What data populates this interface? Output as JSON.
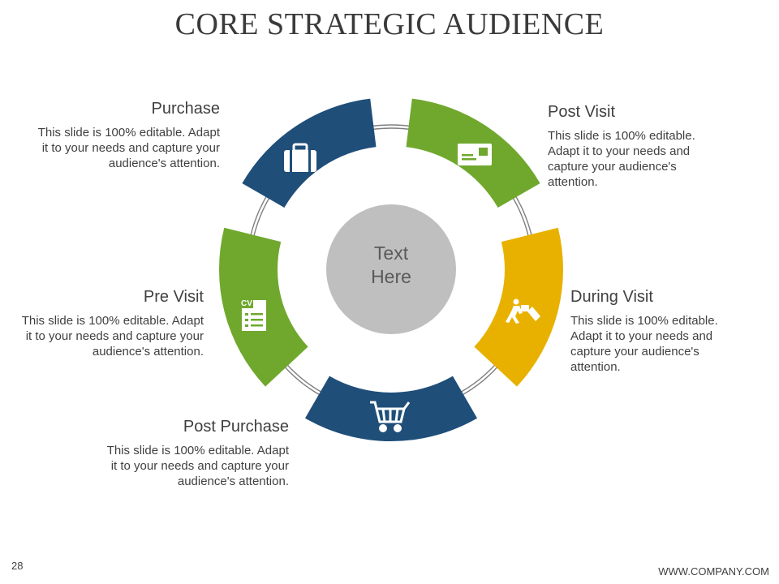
{
  "slide": {
    "title": "CORE STRATEGIC AUDIENCE",
    "center_text_line1": "Text",
    "center_text_line2": "Here",
    "page_number": "28",
    "footer_url": "WWW.COMPANY.COM"
  },
  "stages": [
    {
      "label": "Purchase",
      "body": "This slide is 100% editable. Adapt it to your needs and capture your audience's attention.",
      "color": "#1f4e79",
      "icon": "briefcase-icon"
    },
    {
      "label": "Post Visit",
      "body": "This slide is 100% editable. Adapt it to your needs and capture your audience's attention.",
      "color": "#70a82e",
      "icon": "postcard-icon"
    },
    {
      "label": "During Visit",
      "body": "This slide is 100% editable. Adapt it to your needs and capture your audience's attention.",
      "color": "#e8b100",
      "icon": "delivery-icon"
    },
    {
      "label": "Post Purchase",
      "body": "This slide is 100% editable. Adapt it to your needs and capture your audience's attention.",
      "color": "#1f4e79",
      "icon": "shopping-cart-icon"
    },
    {
      "label": "Pre Visit",
      "body": "This slide is 100% editable. Adapt it to your needs and capture your audience's attention.",
      "color": "#70a82e",
      "icon": "cv-document-icon"
    }
  ],
  "colors": {
    "center_circle": "#bfbfbf",
    "ring": "#7f7f7f"
  }
}
